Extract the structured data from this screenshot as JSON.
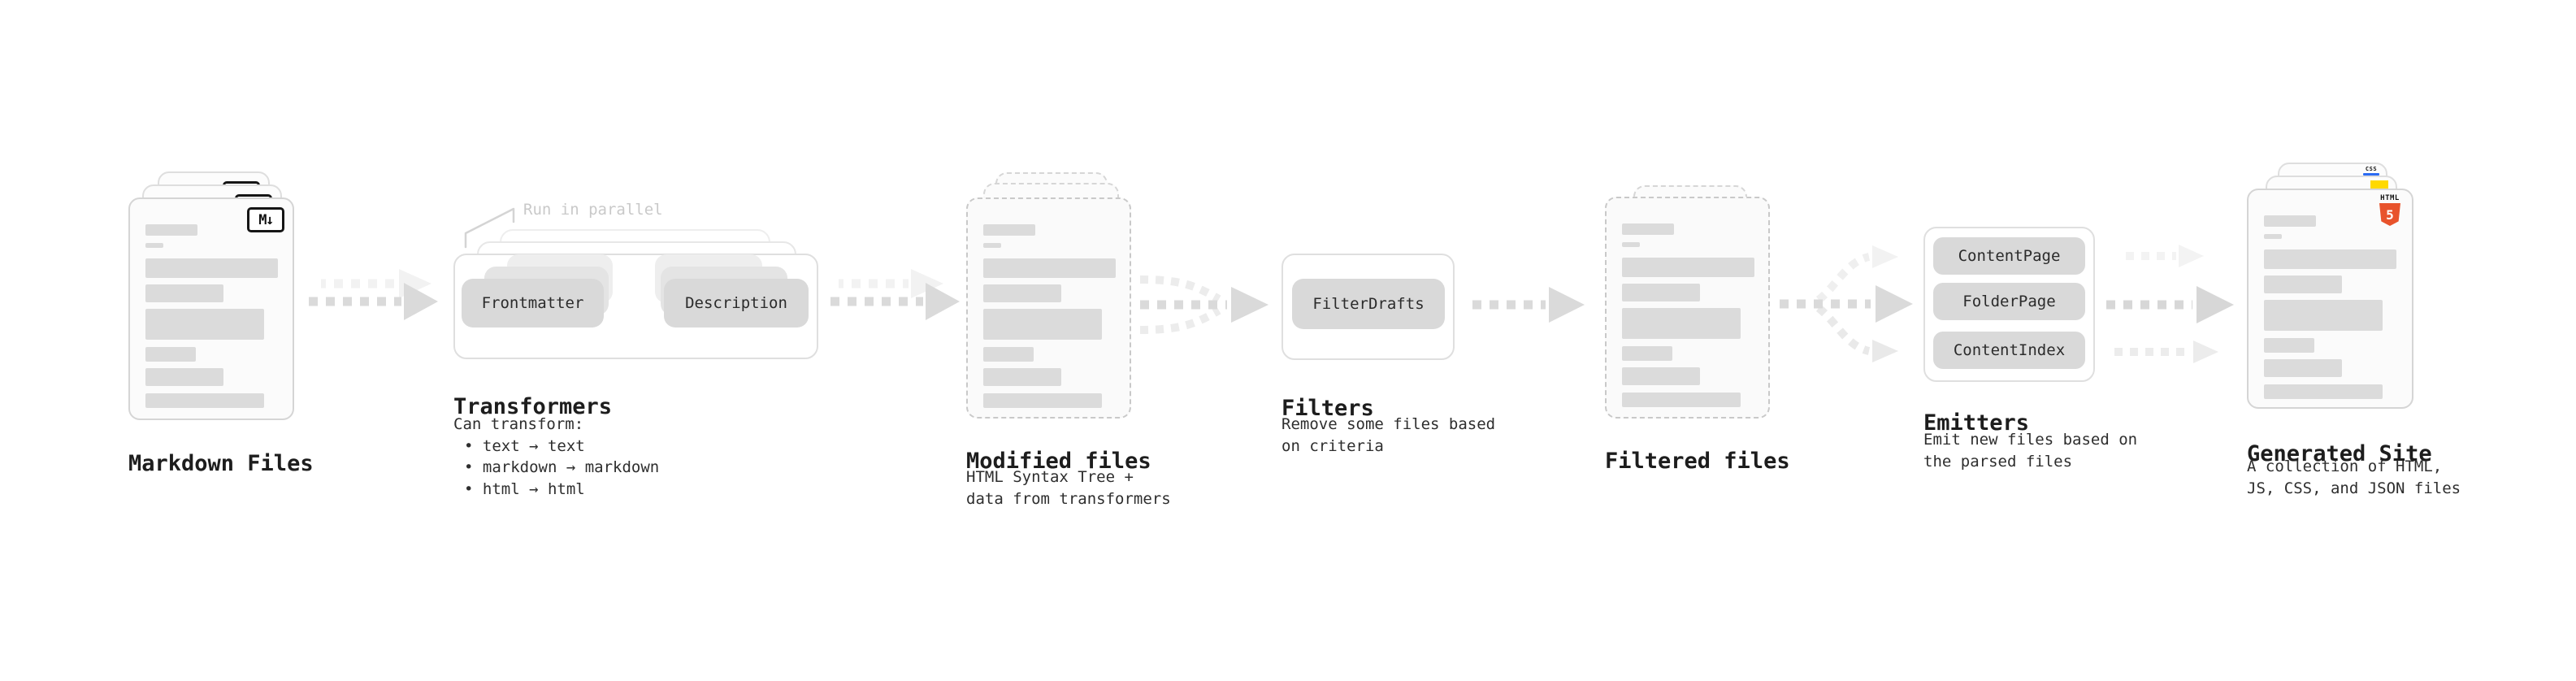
{
  "stages": {
    "markdown_files": {
      "label": "Markdown Files",
      "badge": "M↓"
    },
    "transformers": {
      "label": "Transformers",
      "annotation": "Run in parallel",
      "pills": [
        "Frontmatter",
        "Description"
      ],
      "notes": [
        "Can transform:",
        "• text → text",
        "• markdown → markdown",
        "• html → html"
      ]
    },
    "modified_files": {
      "label": "Modified files",
      "notes": [
        "HTML Syntax Tree +",
        "data from transformers"
      ]
    },
    "filters": {
      "label": "Filters",
      "pills": [
        "FilterDrafts"
      ],
      "notes": [
        "Remove some files based",
        "on criteria"
      ]
    },
    "filtered_files": {
      "label": "Filtered files"
    },
    "emitters": {
      "label": "Emitters",
      "pills": [
        "ContentPage",
        "FolderPage",
        "ContentIndex"
      ],
      "notes": [
        "Emit new files based on",
        "the parsed files"
      ]
    },
    "generated_site": {
      "label": "Generated Site",
      "badges": {
        "html": "HTML",
        "html_number": "5",
        "css": "CSS"
      },
      "notes": [
        "A collection of HTML,",
        "JS, CSS, and JSON files"
      ]
    }
  },
  "colors": {
    "html5_badge": "#e8532c",
    "js_badge": "#ffd900",
    "css_badge_bar": "#2b6bf3",
    "arrow_dark": "#dadada",
    "arrow_light": "#f2f2f2"
  }
}
